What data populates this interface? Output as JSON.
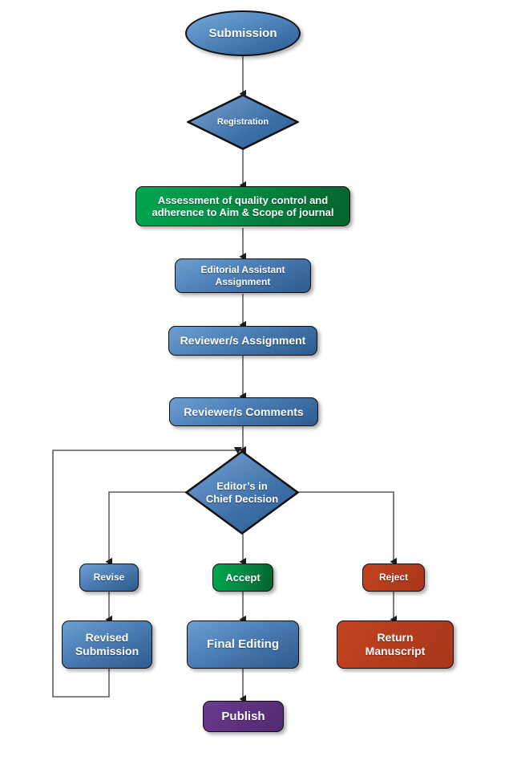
{
  "diagram": {
    "title": "Journal Manuscript Editorial Workflow",
    "type": "flowchart",
    "background": "#ffffff",
    "colors": {
      "blue": "#3f6fa5",
      "green": "#04793a",
      "red": "#b53d1d",
      "purple": "#5e3180",
      "connector": "#595959",
      "outline": "#111111",
      "text": "#ffffff"
    }
  },
  "nodes": {
    "submission": {
      "label": "Submission",
      "shape": "ellipse",
      "color": "blue"
    },
    "registration": {
      "label": "Registration",
      "shape": "diamond",
      "color": "blue"
    },
    "assessment": {
      "label": "Assessment of quality  control and\nadherence to Aim & Scope of journal",
      "shape": "rounded-rect",
      "color": "green"
    },
    "editorial_assistant": {
      "label": "Editorial Assistant\nAssignment",
      "shape": "rounded-rect",
      "color": "blue"
    },
    "reviewer_assignment": {
      "label": "Reviewer/s Assignment",
      "shape": "rounded-rect",
      "color": "blue"
    },
    "reviewer_comments": {
      "label": "Reviewer/s Comments",
      "shape": "rounded-rect",
      "color": "blue"
    },
    "editor_decision": {
      "label": "Editor’s in\nChief Decision",
      "shape": "diamond",
      "color": "blue"
    },
    "revise": {
      "label": "Revise",
      "shape": "rounded-rect",
      "color": "blue"
    },
    "accept": {
      "label": "Accept",
      "shape": "rounded-rect",
      "color": "green"
    },
    "reject": {
      "label": "Reject",
      "shape": "rounded-rect",
      "color": "red"
    },
    "revised_submission": {
      "label": "Revised\nSubmission",
      "shape": "rounded-rect",
      "color": "blue"
    },
    "final_editing": {
      "label": "Final Editing",
      "shape": "rounded-rect",
      "color": "blue"
    },
    "return_manuscript": {
      "label": "Return\nManuscript",
      "shape": "rounded-rect",
      "color": "red"
    },
    "publish": {
      "label": "Publish",
      "shape": "rounded-rect",
      "color": "purple"
    }
  },
  "edges": [
    {
      "from": "submission",
      "to": "registration",
      "label": ""
    },
    {
      "from": "registration",
      "to": "assessment",
      "label": ""
    },
    {
      "from": "assessment",
      "to": "editorial_assistant",
      "label": ""
    },
    {
      "from": "editorial_assistant",
      "to": "reviewer_assignment",
      "label": ""
    },
    {
      "from": "reviewer_assignment",
      "to": "reviewer_comments",
      "label": ""
    },
    {
      "from": "reviewer_comments",
      "to": "editor_decision",
      "label": ""
    },
    {
      "from": "editor_decision",
      "to": "revise",
      "label": ""
    },
    {
      "from": "editor_decision",
      "to": "accept",
      "label": ""
    },
    {
      "from": "editor_decision",
      "to": "reject",
      "label": ""
    },
    {
      "from": "revise",
      "to": "revised_submission",
      "label": ""
    },
    {
      "from": "accept",
      "to": "final_editing",
      "label": ""
    },
    {
      "from": "reject",
      "to": "return_manuscript",
      "label": ""
    },
    {
      "from": "final_editing",
      "to": "publish",
      "label": ""
    },
    {
      "from": "revised_submission",
      "to": "editor_decision",
      "label": ""
    }
  ]
}
